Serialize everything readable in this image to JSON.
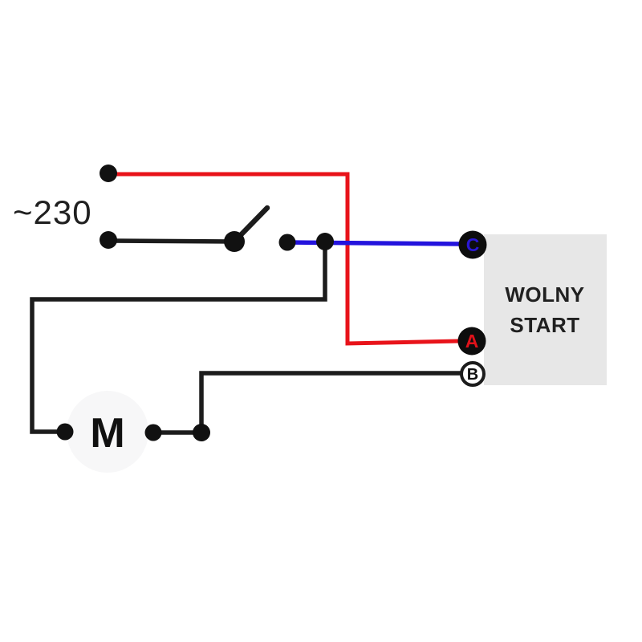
{
  "diagram": {
    "supply_voltage_label": "~230",
    "motor_label": "M",
    "controller": {
      "line1": "WOLNY",
      "line2": "START"
    },
    "terminals": {
      "c": "C",
      "a": "A",
      "b": "B"
    }
  },
  "colors": {
    "background": "#ffffff",
    "wire_red": "#e8131a",
    "wire_blue": "#2313dd",
    "wire_black": "#1c1c1c",
    "dot_black": "#111111",
    "terminal_dark_fill": "#0d0d0d",
    "terminal_c_letter": "#2a18d4",
    "terminal_a_letter": "#e0121a",
    "terminal_b_letter": "#111111",
    "controller_box_fill": "#e7e7e7",
    "motor_body_fill": "#f7f7f8",
    "label_text": "#202020"
  }
}
